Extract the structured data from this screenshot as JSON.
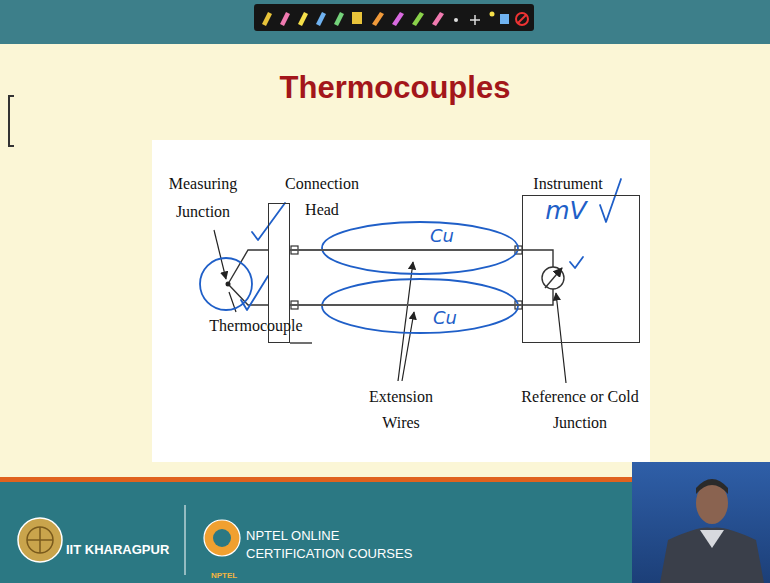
{
  "diagram": {
    "title": "Thermocouples",
    "nodes": [
      {
        "text": [
          "Connection Head"
        ]
      },
      {
        "text": [
          "Instrument"
        ]
      }
    ],
    "edges": [
      {
        "from": 0,
        "to": 1,
        "arrow": "none"
      },
      {
        "from": 0,
        "to": 1,
        "arrow": "none"
      }
    ],
    "labels": [
      "Measuring Junction",
      "Thermocouple",
      "Extension Wires",
      "Reference or Cold Junction",
      "Cu",
      "Cu",
      "mV",
      "IIT KHARAGPUR",
      "NPTEL ONLINE CERTIFICATION COURSES",
      "NPTEL"
    ]
  }
}
